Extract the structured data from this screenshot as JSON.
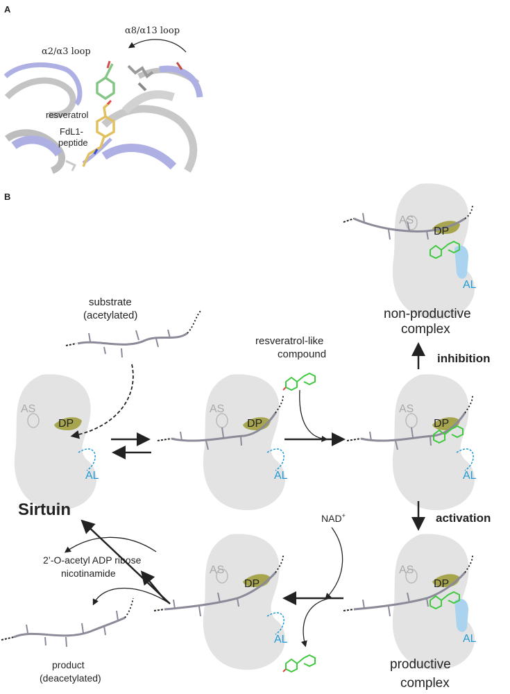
{
  "panel_a": {
    "letter": "A",
    "labels": {
      "loop1": "α8/α13 loop",
      "loop2": "α2/α3 loop",
      "resveratrol": "resveratrol",
      "peptide_line1": "FdL1-",
      "peptide_line2": "peptide"
    }
  },
  "panel_b": {
    "letter": "B",
    "site_labels": {
      "as": "AS",
      "dp": "DP",
      "al": "AL"
    },
    "texts": {
      "substrate_line1": "substrate",
      "substrate_line2": "(acetylated)",
      "compound_line1": "resveratrol-like",
      "compound_line2": "compound",
      "nonprod_line1": "non-productive",
      "nonprod_line2": "complex",
      "inhibition": "inhibition",
      "activation": "activation",
      "sirtuin": "Sirtuin",
      "nad": "NAD",
      "nad_sup": "+",
      "byproduct_line1": "2’-O-acetyl ADP ribose",
      "byproduct_line2": "nicotinamide",
      "product_line1": "product",
      "product_line2": "(deacetylated)",
      "prod_line1": "productive",
      "prod_line2": "complex"
    }
  },
  "colors": {
    "protein": "#e3e3e3",
    "protein_edge": "#b9b9b9",
    "dp_pocket": "#a7a64e",
    "al_loop": "#1f9ad6",
    "al_fill": "#a9d3ee",
    "compound": "#3fc93f",
    "peptide": "#8a8a98",
    "arrow": "#222222",
    "ribbon_blue": "#aeb0e3",
    "ribbon_gray": "#c4c4c4"
  }
}
